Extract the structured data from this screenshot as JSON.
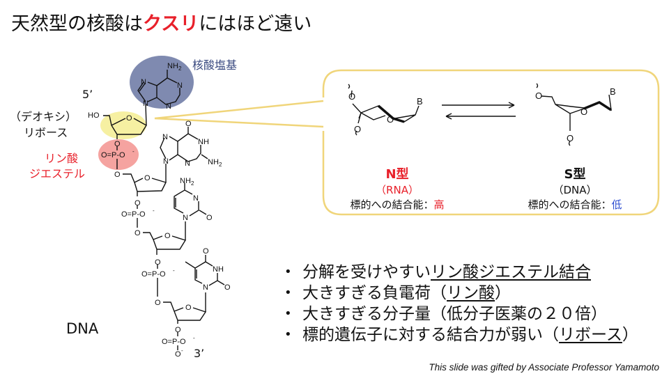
{
  "title": {
    "part1": "天然型の核酸は",
    "highlight": "クスリ",
    "part2": "にはほど遠い"
  },
  "colors": {
    "accent_red": "#e8202a",
    "base_blue": "#7f8ab0",
    "sugar_yellow": "#f6f0a2",
    "phosphate_pink": "#f5a3a0",
    "box_border": "#f0d57a",
    "low_blue": "#2a4bd0",
    "label_navy": "#3a4a80"
  },
  "dna": {
    "label_base": "核酸塩基",
    "label_sugar_1": "（デオキシ）",
    "label_sugar_2": "リボース",
    "label_phos_1": "リン酸",
    "label_phos_2": "ジエステル",
    "five_prime": "5’",
    "three_prime": "3’",
    "name": "DNA",
    "atoms": {
      "nh2": "NH",
      "sub2": "2",
      "n": "N",
      "o": "O",
      "ho": "HO",
      "nh": "NH",
      "phosphate": "O=P-O",
      "minus": "-"
    }
  },
  "conformation": {
    "n_form": {
      "title": "N型",
      "sub": "（RNA）",
      "affinity_label": "標的への結合能：",
      "affinity_value": "高"
    },
    "s_form": {
      "title": "S型",
      "sub": "（DNA）",
      "affinity_label": "標的への結合能：",
      "affinity_value": "低"
    },
    "atoms": {
      "o": "O",
      "b": "B"
    }
  },
  "bullets": [
    {
      "plain": "分解を受けやすい",
      "underlined": "リン酸ジエステル結合",
      "after": ""
    },
    {
      "plain": "大きすぎる負電荷（",
      "underlined": "リン酸",
      "after": "）"
    },
    {
      "plain": "大きすぎる分子量（低分子医薬の２０倍）",
      "underlined": "",
      "after": ""
    },
    {
      "plain": "標的遺伝子に対する結合力が弱い（",
      "underlined": "リボース",
      "after": "）"
    }
  ],
  "credit": "This slide was gifted by Associate Professor Yamamoto"
}
